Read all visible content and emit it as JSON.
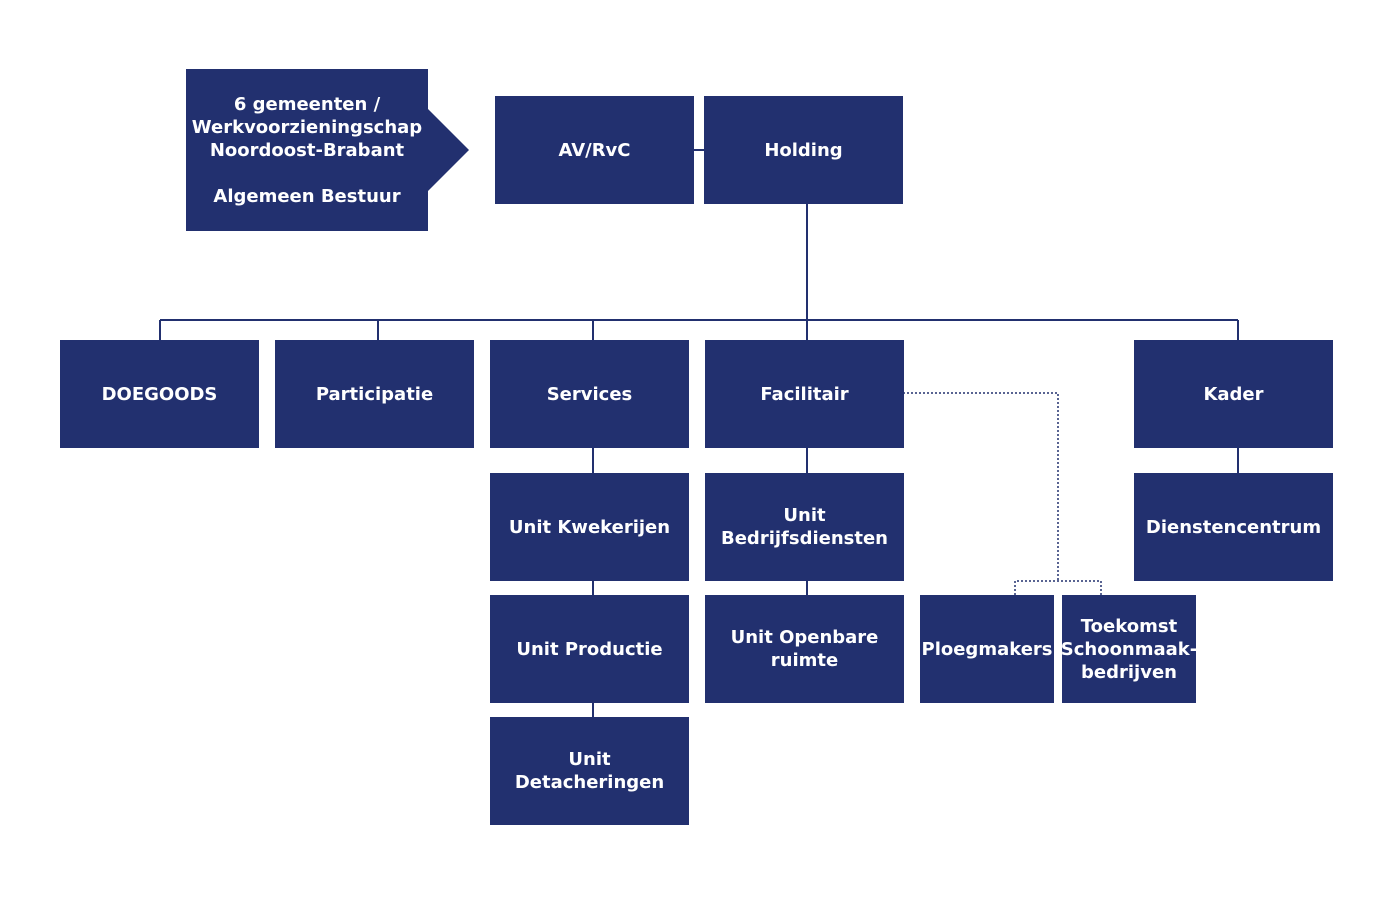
{
  "diagram": {
    "colors": {
      "box_fill": "#22306f",
      "line": "#22306f",
      "text": "#ffffff",
      "background": "#ffffff"
    },
    "owners": {
      "line1": "6 gemeenten /",
      "line2": "Werkvoorzieningschap",
      "line3": "Noordoost-Brabant",
      "line4": "Algemeen Bestuur"
    },
    "top": {
      "av_rvc": "AV/RvC",
      "holding": "Holding"
    },
    "divisions": {
      "doegoods": "DOEGOODS",
      "participatie": "Participatie",
      "services": "Services",
      "facilitair": "Facilitair",
      "kader": "Kader"
    },
    "units": {
      "kwekerijen": "Unit Kwekerijen",
      "productie": "Unit Productie",
      "detacheringen": "Unit Detacheringen",
      "bedrijfsdiensten": "Unit Bedrijfsdiensten",
      "openbare_ruimte": "Unit Openbare ruimte",
      "dienstencentrum": "Dienstencentrum"
    },
    "affiliates": {
      "ploegmakers": "Ploegmakers",
      "toekomst": "Toekomst\nSchoonmaak-\nbedrijven"
    }
  }
}
